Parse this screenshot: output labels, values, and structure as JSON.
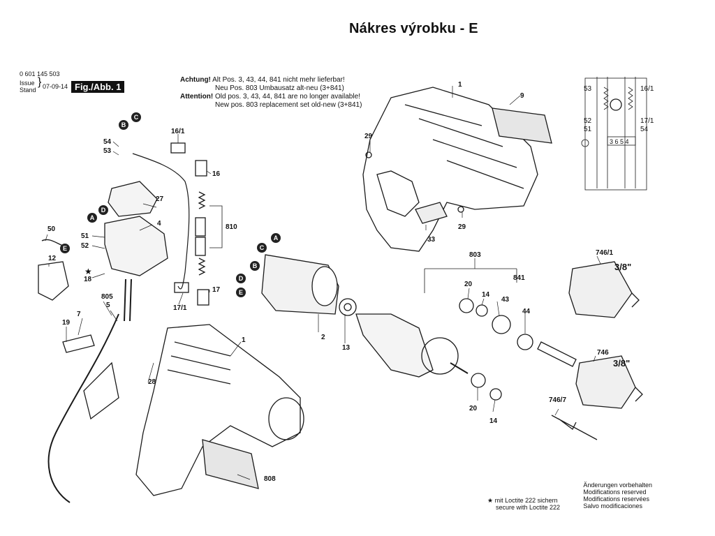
{
  "title": "Nákres výrobku - E",
  "header": {
    "part_number": "0 601 145 503",
    "issue_label": "Issue",
    "stand_label": "Stand",
    "issue_date": "07-09-14",
    "fig_label": "Fig./Abb. 1"
  },
  "warnings": {
    "de_prefix": "Achtung!",
    "de_line1": "Alt Pos. 3, 43, 44, 841 nicht mehr lieferbar!",
    "de_line2": "Neu Pos. 803 Umbausatz alt-neu (3+841)",
    "en_prefix": "Attention!",
    "en_line1": "Old pos. 3, 43, 44, 841 are no longer available!",
    "en_line2": "New pos. 803 replacement set old-new (3+841)"
  },
  "part_labels": [
    "1",
    "9",
    "29",
    "29",
    "33",
    "16/1",
    "16",
    "810",
    "17",
    "17/1",
    "27",
    "4",
    "54",
    "53",
    "51",
    "52",
    "50",
    "12",
    "18",
    "805",
    "5",
    "7",
    "19",
    "28",
    "1",
    "808",
    "2",
    "13",
    "803",
    "841",
    "20",
    "14",
    "43",
    "44",
    "20",
    "14",
    "746/1",
    "746",
    "746/7",
    "53",
    "16/1",
    "52",
    "51",
    "17/1",
    "54"
  ],
  "connector_letters": [
    "B",
    "C",
    "A",
    "D",
    "E",
    "A",
    "C",
    "B",
    "D",
    "E"
  ],
  "chuck_sizes": [
    "3/8\"",
    "3/8\""
  ],
  "wiring_terminals": "3 6 5 4",
  "loctite_note": {
    "line1": "mit Loctite 222 sichern",
    "line2": "secure with Loctite 222"
  },
  "modifications": {
    "de": "Änderungen vorbehalten",
    "en": "Modifications reserved",
    "fr": "Modifications reservées",
    "es": "Salvo modificaciones"
  },
  "colors": {
    "ink": "#1a1a1a",
    "background": "#ffffff"
  }
}
